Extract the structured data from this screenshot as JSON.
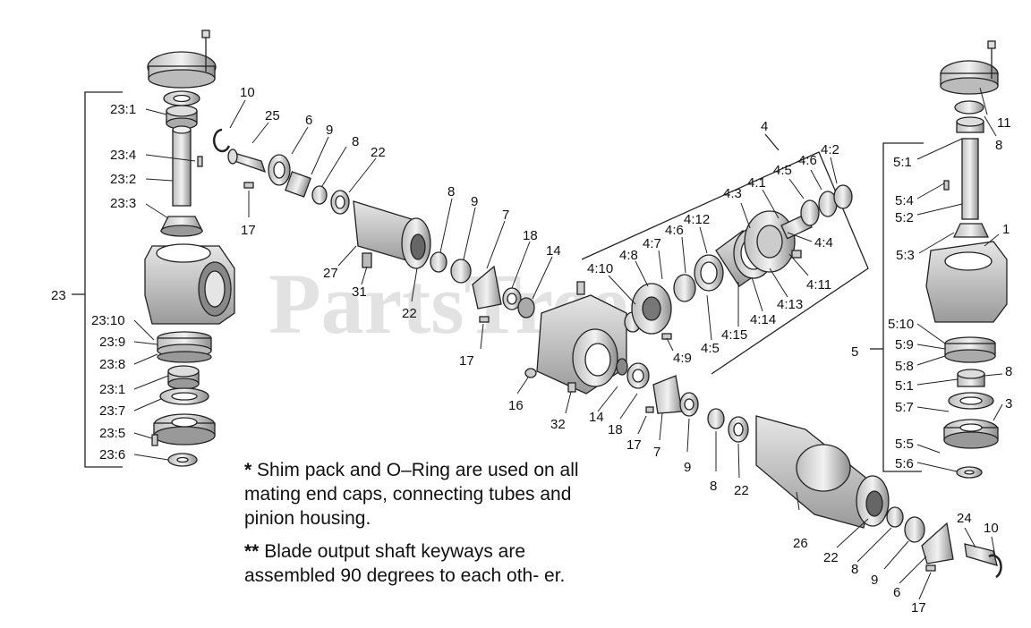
{
  "watermark": "PartsTree",
  "notes": {
    "note1_marker": "*",
    "note1_text": " Shim pack and O–Ring are used on all mating end caps, connecting tubes and pinion housing.",
    "note2_marker": "**",
    "note2_text": " Blade output shaft keyways are assembled 90 degrees to each oth- er."
  },
  "labels": [
    {
      "id": "l-23-1",
      "text": "23:1"
    },
    {
      "id": "l-23-4",
      "text": "23:4"
    },
    {
      "id": "l-23-2",
      "text": "23:2"
    },
    {
      "id": "l-23-3",
      "text": "23:3"
    },
    {
      "id": "l-23",
      "text": "23"
    },
    {
      "id": "l-23-10",
      "text": "23:10"
    },
    {
      "id": "l-23-9",
      "text": "23:9"
    },
    {
      "id": "l-23-8",
      "text": "23:8"
    },
    {
      "id": "l-23-1b",
      "text": "23:1"
    },
    {
      "id": "l-23-7",
      "text": "23:7"
    },
    {
      "id": "l-23-5",
      "text": "23:5"
    },
    {
      "id": "l-23-6",
      "text": "23:6"
    },
    {
      "id": "l-10a",
      "text": "10"
    },
    {
      "id": "l-25",
      "text": "25"
    },
    {
      "id": "l-6a",
      "text": "6"
    },
    {
      "id": "l-9a",
      "text": "9"
    },
    {
      "id": "l-8a",
      "text": "8"
    },
    {
      "id": "l-22a",
      "text": "22"
    },
    {
      "id": "l-17a",
      "text": "17"
    },
    {
      "id": "l-27",
      "text": "27"
    },
    {
      "id": "l-31",
      "text": "31"
    },
    {
      "id": "l-22b",
      "text": "22"
    },
    {
      "id": "l-8b",
      "text": "8"
    },
    {
      "id": "l-9b",
      "text": "9"
    },
    {
      "id": "l-7a",
      "text": "7"
    },
    {
      "id": "l-18a",
      "text": "18"
    },
    {
      "id": "l-14a",
      "text": "14"
    },
    {
      "id": "l-17b",
      "text": "17"
    },
    {
      "id": "l-16",
      "text": "16"
    },
    {
      "id": "l-32",
      "text": "32"
    },
    {
      "id": "l-14b",
      "text": "14"
    },
    {
      "id": "l-18b",
      "text": "18"
    },
    {
      "id": "l-17c",
      "text": "17"
    },
    {
      "id": "l-7b",
      "text": "7"
    },
    {
      "id": "l-9c",
      "text": "9"
    },
    {
      "id": "l-8c",
      "text": "8"
    },
    {
      "id": "l-22c",
      "text": "22"
    },
    {
      "id": "l-4",
      "text": "4"
    },
    {
      "id": "l-4-10",
      "text": "4:10"
    },
    {
      "id": "l-4-8",
      "text": "4:8"
    },
    {
      "id": "l-4-7",
      "text": "4:7"
    },
    {
      "id": "l-4-6a",
      "text": "4:6"
    },
    {
      "id": "l-4-12",
      "text": "4:12"
    },
    {
      "id": "l-4-3",
      "text": "4:3"
    },
    {
      "id": "l-4-1",
      "text": "4:1"
    },
    {
      "id": "l-4-5a",
      "text": "4:5"
    },
    {
      "id": "l-4-6b",
      "text": "4:6"
    },
    {
      "id": "l-4-2",
      "text": "4:2"
    },
    {
      "id": "l-4-4",
      "text": "4:4"
    },
    {
      "id": "l-4-11",
      "text": "4:11"
    },
    {
      "id": "l-4-13",
      "text": "4:13"
    },
    {
      "id": "l-4-14",
      "text": "4:14"
    },
    {
      "id": "l-4-15",
      "text": "4:15"
    },
    {
      "id": "l-4-5b",
      "text": "4:5"
    },
    {
      "id": "l-4-9",
      "text": "4:9"
    },
    {
      "id": "l-11",
      "text": "11"
    },
    {
      "id": "l-8d",
      "text": "8"
    },
    {
      "id": "l-5-1",
      "text": "5:1"
    },
    {
      "id": "l-5-4",
      "text": "5:4"
    },
    {
      "id": "l-5-2",
      "text": "5:2"
    },
    {
      "id": "l-1",
      "text": "1"
    },
    {
      "id": "l-5-3",
      "text": "5:3"
    },
    {
      "id": "l-5",
      "text": "5"
    },
    {
      "id": "l-5-10",
      "text": "5:10"
    },
    {
      "id": "l-5-9",
      "text": "5:9"
    },
    {
      "id": "l-5-8",
      "text": "5:8"
    },
    {
      "id": "l-8e",
      "text": "8"
    },
    {
      "id": "l-5-1b",
      "text": "5:1"
    },
    {
      "id": "l-3",
      "text": "3"
    },
    {
      "id": "l-5-7",
      "text": "5:7"
    },
    {
      "id": "l-5-5",
      "text": "5:5"
    },
    {
      "id": "l-5-6",
      "text": "5:6"
    },
    {
      "id": "l-26",
      "text": "26"
    },
    {
      "id": "l-22d",
      "text": "22"
    },
    {
      "id": "l-8f",
      "text": "8"
    },
    {
      "id": "l-9d",
      "text": "9"
    },
    {
      "id": "l-6b",
      "text": "6"
    },
    {
      "id": "l-24",
      "text": "24"
    },
    {
      "id": "l-10b",
      "text": "10"
    },
    {
      "id": "l-17d",
      "text": "17"
    }
  ]
}
